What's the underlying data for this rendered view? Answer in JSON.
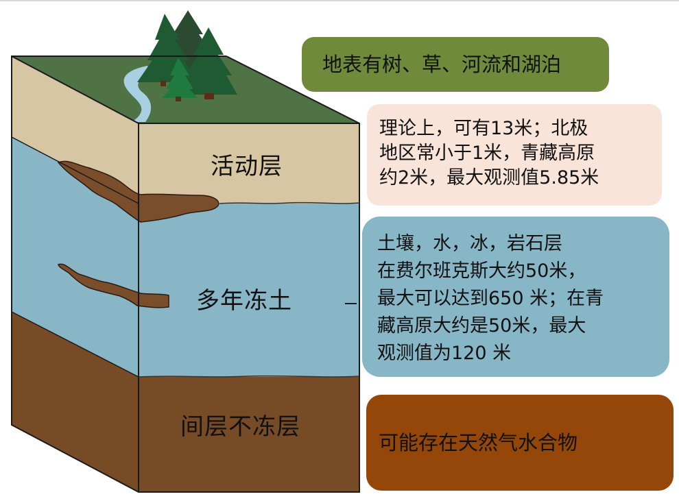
{
  "diagram": {
    "type": "permafrost-cross-section-block",
    "colors": {
      "surface_grass": "#4f7345",
      "active_layer": "#d7c6a4",
      "permafrost": "#88b6c7",
      "talik": "#774b26",
      "river": "#a9cfe3",
      "tree_dark": "#1e5a32",
      "tree_mid": "#2c4a30",
      "tree_light": "#1f7a3f",
      "tree_trunk": "#5a2e16"
    },
    "layers": [
      {
        "id": "active-layer",
        "label": "活动层"
      },
      {
        "id": "permafrost",
        "label": "多年冻土"
      },
      {
        "id": "talik",
        "label": "间层不冻层"
      }
    ]
  },
  "callouts": {
    "surface": {
      "text": "地表有树、草、河流和湖泊",
      "color": "#6f8a3a"
    },
    "active_layer": {
      "lines": [
        "理论上，可有13米；北极",
        "地区常小于1米，青藏高原",
        "约2米，最大观测值5.85米"
      ],
      "color": "#f9e4da"
    },
    "permafrost": {
      "lines": [
        "土壤，水，冰，岩石层",
        "在费尔班克斯大约50米，",
        "最大可以达到650 米；在青",
        "藏高原大约是50米，最大",
        "观测值为120 米"
      ],
      "color": "#87b6c6"
    },
    "talik": {
      "text": "可能存在天然气水合物",
      "color": "#944708"
    }
  }
}
